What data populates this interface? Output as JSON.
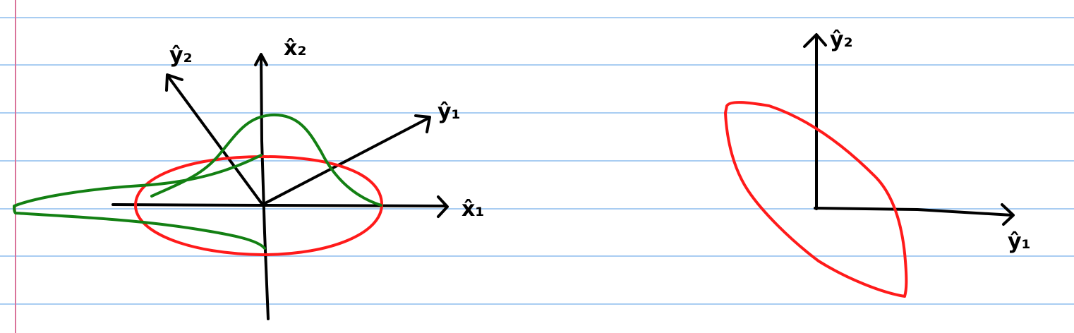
{
  "colors": {
    "paper": "#ffffff",
    "rule_line": "#a9cdf2",
    "margin_line": "#d9739a",
    "axis_ink": "#000000",
    "red_curve": "#ff1a1a",
    "green_curve": "#138013"
  },
  "left_diagram": {
    "labels": {
      "x_hat_1": "x̂₁",
      "x_hat_2": "x̂₂",
      "y_hat_1": "ŷ₁",
      "y_hat_2": "ŷ₂"
    }
  },
  "right_diagram": {
    "labels": {
      "y_hat_1": "ŷ₁",
      "y_hat_2": "ŷ₂"
    }
  }
}
